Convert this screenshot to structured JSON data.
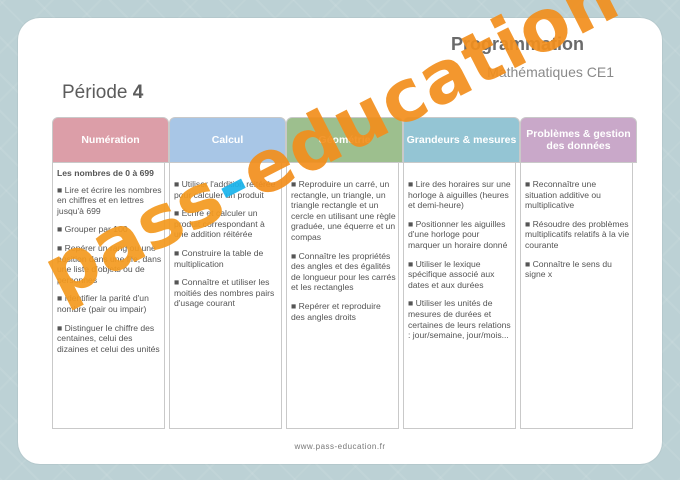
{
  "header": {
    "title": "Programmation",
    "subtitle": "Mathématiques CE1",
    "period_label": "Période",
    "period_number": "4"
  },
  "columns": [
    {
      "header": "Numération",
      "color": "#dc9ea8",
      "lines": [
        "Les nombres de 0 à 699",
        "■ Lire et écrire les nombres en chiffres et en lettres jusqu'à 699",
        "■ Grouper par 100",
        "■ Repérer un rang ou une position dans une file, dans une liste d'objets ou de personnes",
        "■ Identifier la parité d'un nombre (pair ou impair)",
        "■ Distinguer le chiffre des centaines, celui des dizaines et celui des unités"
      ]
    },
    {
      "header": "Calcul",
      "color": "#a8c6e6",
      "lines": [
        "■ Utiliser l'addition réitérée pour calculer un produit",
        "■ Écrire et calculer un produit correspondant à une addition réitérée",
        "■ Construire la table de multiplication",
        "■ Connaître et utiliser les moitiés des nombres pairs d'usage courant"
      ]
    },
    {
      "header": "Géométrie",
      "color": "#9dbf8e",
      "lines": [
        "■ Reproduire un carré, un rectangle, un triangle, un triangle rectangle et un cercle en utilisant une règle graduée, une équerre et un compas",
        "■ Connaître les propriétés des angles et des égalités de longueur pour les carrés et les rectangles",
        "■ Repérer et reproduire des angles droits"
      ]
    },
    {
      "header": "Grandeurs & mesures",
      "color": "#94c5d4",
      "lines": [
        "■ Lire des horaires sur une horloge à aiguilles (heures et demi-heure)",
        "■ Positionner les aiguilles d'une horloge pour marquer un horaire donné",
        "■ Utiliser le lexique spécifique associé aux dates et aux durées",
        "■ Utiliser les unités de mesures de durées et certaines de leurs relations : jour/semaine, jour/mois..."
      ]
    },
    {
      "header": "Problèmes & gestion des données",
      "color": "#c9a8c9",
      "lines": [
        "■ Reconnaître une situation additive ou multiplicative",
        "■ Résoudre des problèmes multiplicatifs relatifs à la vie courante",
        "■ Connaître le sens du signe x"
      ]
    }
  ],
  "footer": "www.pass-education.fr",
  "watermark": {
    "part1": "pass",
    "part2": "-",
    "part3": "education"
  }
}
